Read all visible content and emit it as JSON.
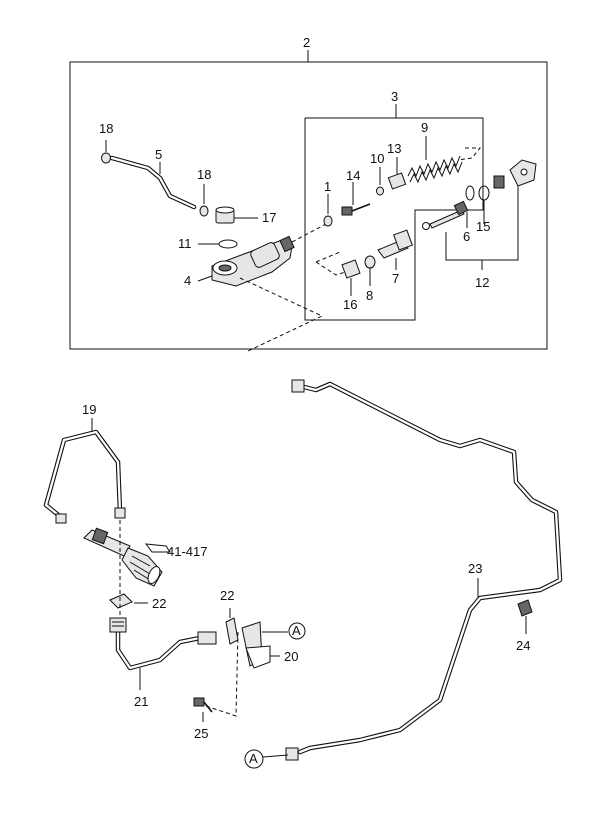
{
  "callouts": {
    "p1": "1",
    "p2": "2",
    "p3": "3",
    "p4": "4",
    "p5": "5",
    "p6": "6",
    "p7": "7",
    "p8": "8",
    "p9": "9",
    "p10": "10",
    "p11": "11",
    "p12": "12",
    "p13": "13",
    "p14": "14",
    "p15": "15",
    "p16": "16",
    "p17": "17",
    "p18a": "18",
    "p18b": "18",
    "p19": "19",
    "p20": "20",
    "p21": "21",
    "p22a": "22",
    "p22b": "22",
    "p23": "23",
    "p24": "24",
    "p25": "25",
    "ref": "41-417"
  },
  "connectors": {
    "a1": "A",
    "a2": "A"
  }
}
